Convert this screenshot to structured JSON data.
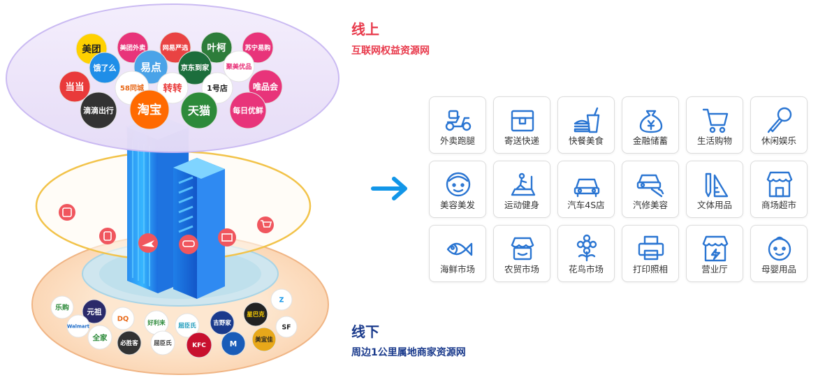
{
  "online": {
    "title": "线上",
    "subtitle": "互联网权益资源网"
  },
  "offline": {
    "title": "线下",
    "subtitle": "周边1公里属地商家资源网"
  },
  "colors": {
    "accent_red": "#e8394b",
    "dark_blue": "#1a3a8c",
    "icon_blue": "#2a75d2",
    "arrow_blue": "#1296e8"
  },
  "online_logos": [
    {
      "text": "美团",
      "bg": "#ffd100",
      "fg": "#222"
    },
    {
      "text": "美团外卖",
      "bg": "#e8347a",
      "fg": "#fff"
    },
    {
      "text": "网易严选",
      "bg": "#e94343",
      "fg": "#fff"
    },
    {
      "text": "叶柯",
      "bg": "#2d7d3a",
      "fg": "#fff"
    },
    {
      "text": "苏宁易购",
      "bg": "#e8347a",
      "fg": "#fff"
    },
    {
      "text": "饿了么",
      "bg": "#1f8ee8",
      "fg": "#fff"
    },
    {
      "text": "易点",
      "bg": "#4aa3e8",
      "fg": "#fff"
    },
    {
      "text": "京东到家",
      "bg": "#1c6e3c",
      "fg": "#fff"
    },
    {
      "text": "聚美优品",
      "bg": "#ffffff",
      "fg": "#e8347a"
    },
    {
      "text": "当当",
      "bg": "#e93a3a",
      "fg": "#fff"
    },
    {
      "text": "58同城",
      "bg": "#ffffff",
      "fg": "#e86a1a"
    },
    {
      "text": "转转",
      "bg": "#ffffff",
      "fg": "#e93a3a"
    },
    {
      "text": "1号店",
      "bg": "#ffffff",
      "fg": "#222"
    },
    {
      "text": "唯品会",
      "bg": "#e8347a",
      "fg": "#fff"
    },
    {
      "text": "滴滴出行",
      "bg": "#333333",
      "fg": "#fff"
    },
    {
      "text": "淘宝",
      "bg": "#ff6a00",
      "fg": "#fff"
    },
    {
      "text": "天猫",
      "bg": "#2d8a3a",
      "fg": "#fff"
    },
    {
      "text": "每日优鲜",
      "bg": "#e8347a",
      "fg": "#fff"
    }
  ],
  "offline_logos": [
    {
      "text": "乐购",
      "bg": "#ffffff",
      "fg": "#2d8a3a"
    },
    {
      "text": "元祖",
      "bg": "#2a2a6a",
      "fg": "#fff"
    },
    {
      "text": "DQ",
      "bg": "#ffffff",
      "fg": "#e86a1a"
    },
    {
      "text": "好利来",
      "bg": "#ffffff",
      "fg": "#2d8a3a"
    },
    {
      "text": "屈臣氏",
      "bg": "#ffffff",
      "fg": "#1296b8"
    },
    {
      "text": "吉野家",
      "bg": "#1a3a8c",
      "fg": "#fff"
    },
    {
      "text": "星巴克",
      "bg": "#222222",
      "fg": "#ffd100"
    },
    {
      "text": "Z",
      "bg": "#ffffff",
      "fg": "#1296e8"
    },
    {
      "text": "Walmart",
      "bg": "#ffffff",
      "fg": "#1a6ac8"
    },
    {
      "text": "全家",
      "bg": "#ffffff",
      "fg": "#2d8a3a"
    },
    {
      "text": "必胜客",
      "bg": "#333333",
      "fg": "#fff"
    },
    {
      "text": "屈臣氏",
      "bg": "#ffffff",
      "fg": "#333"
    },
    {
      "text": "KFC",
      "bg": "#c8102e",
      "fg": "#fff"
    },
    {
      "text": "M",
      "bg": "#1a5cb8",
      "fg": "#fff"
    },
    {
      "text": "美宜佳",
      "bg": "#e8a81a",
      "fg": "#222"
    },
    {
      "text": "SF",
      "bg": "#ffffff",
      "fg": "#222"
    }
  ],
  "tiles": [
    {
      "label": "外卖跑腿",
      "icon": "scooter-icon"
    },
    {
      "label": "寄送快递",
      "icon": "parcel-box-icon"
    },
    {
      "label": "快餐美食",
      "icon": "fast-food-icon"
    },
    {
      "label": "金融储蓄",
      "icon": "money-bag-icon"
    },
    {
      "label": "生活购物",
      "icon": "shopping-cart-icon"
    },
    {
      "label": "休闲娱乐",
      "icon": "microphone-icon"
    },
    {
      "label": "美容美发",
      "icon": "face-icon"
    },
    {
      "label": "运动健身",
      "icon": "treadmill-icon"
    },
    {
      "label": "汽车4S店",
      "icon": "car-icon"
    },
    {
      "label": "汽修美容",
      "icon": "car-repair-icon"
    },
    {
      "label": "文体用品",
      "icon": "stationery-icon"
    },
    {
      "label": "商场超市",
      "icon": "storefront-icon"
    },
    {
      "label": "海鲜市场",
      "icon": "fish-icon"
    },
    {
      "label": "农贸市场",
      "icon": "market-basket-icon"
    },
    {
      "label": "花鸟市场",
      "icon": "flower-icon"
    },
    {
      "label": "打印照相",
      "icon": "printer-icon"
    },
    {
      "label": "营业厅",
      "icon": "service-hall-icon"
    },
    {
      "label": "母婴用品",
      "icon": "baby-icon"
    }
  ]
}
